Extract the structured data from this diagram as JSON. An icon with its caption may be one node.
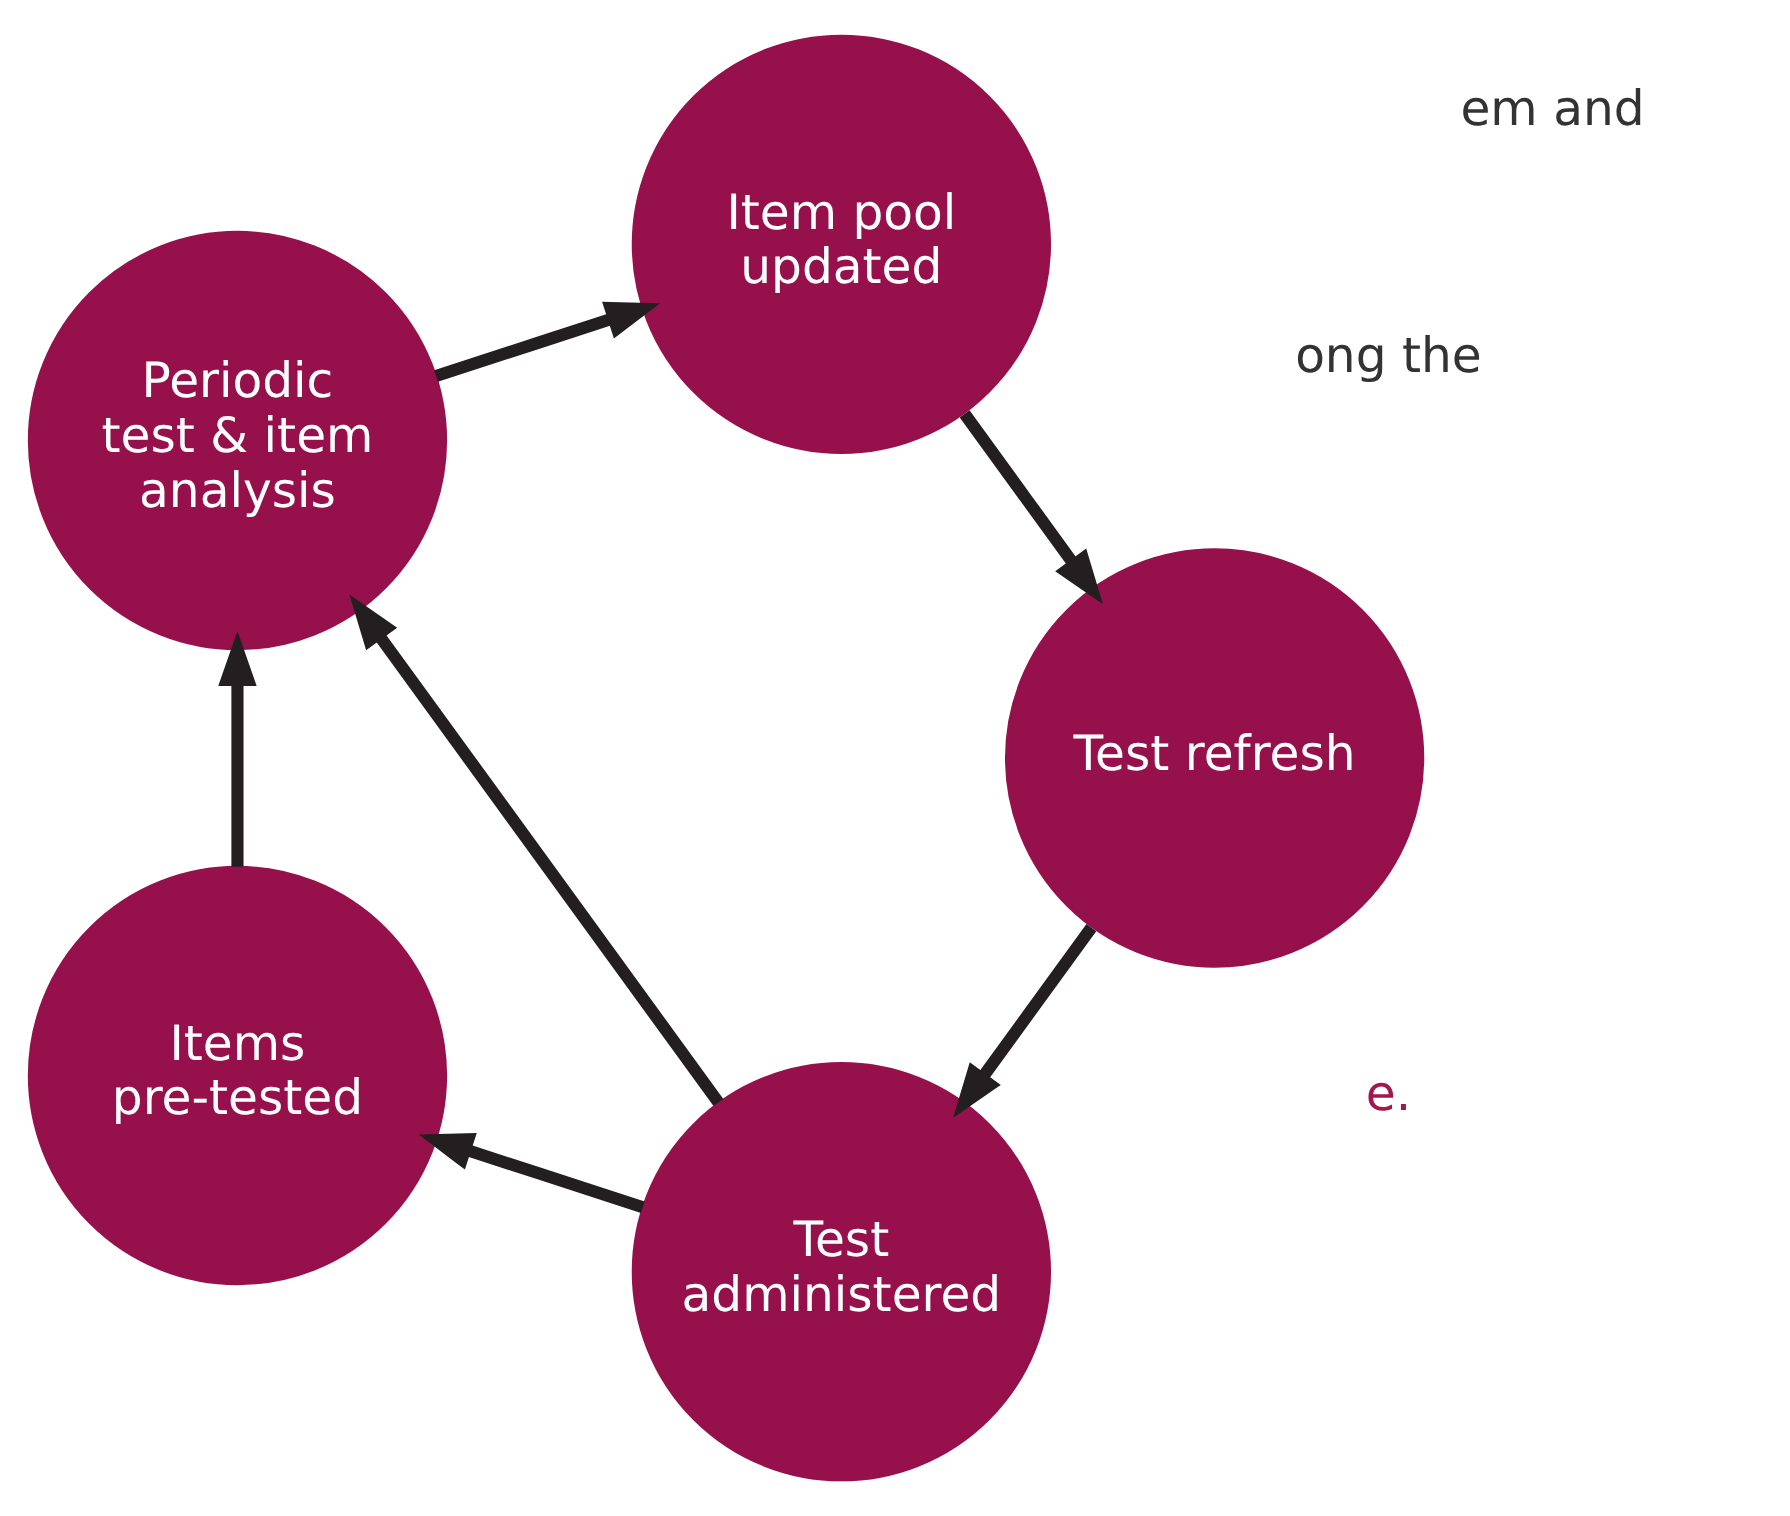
{
  "diagram": {
    "nodes": [
      {
        "text": [
          "Test administered"
        ]
      },
      {
        "text": [
          "Items pre-tested"
        ]
      },
      {
        "text": [
          "Periodic test & item analysis"
        ]
      },
      {
        "text": [
          "Item pool updated"
        ]
      },
      {
        "text": [
          "Test refresh"
        ]
      }
    ],
    "edges": [
      {
        "from": 0,
        "to": 1,
        "arrow": "to"
      },
      {
        "from": 0,
        "to": 2,
        "arrow": "to"
      },
      {
        "from": 1,
        "to": 2,
        "arrow": "to"
      },
      {
        "from": 2,
        "to": 3,
        "arrow": "to"
      },
      {
        "from": 3,
        "to": 4,
        "arrow": "to"
      },
      {
        "from": 4,
        "to": 0,
        "arrow": "to"
      }
    ],
    "labels": [
      "e.",
      "ong the",
      "em and"
    ]
  }
}
